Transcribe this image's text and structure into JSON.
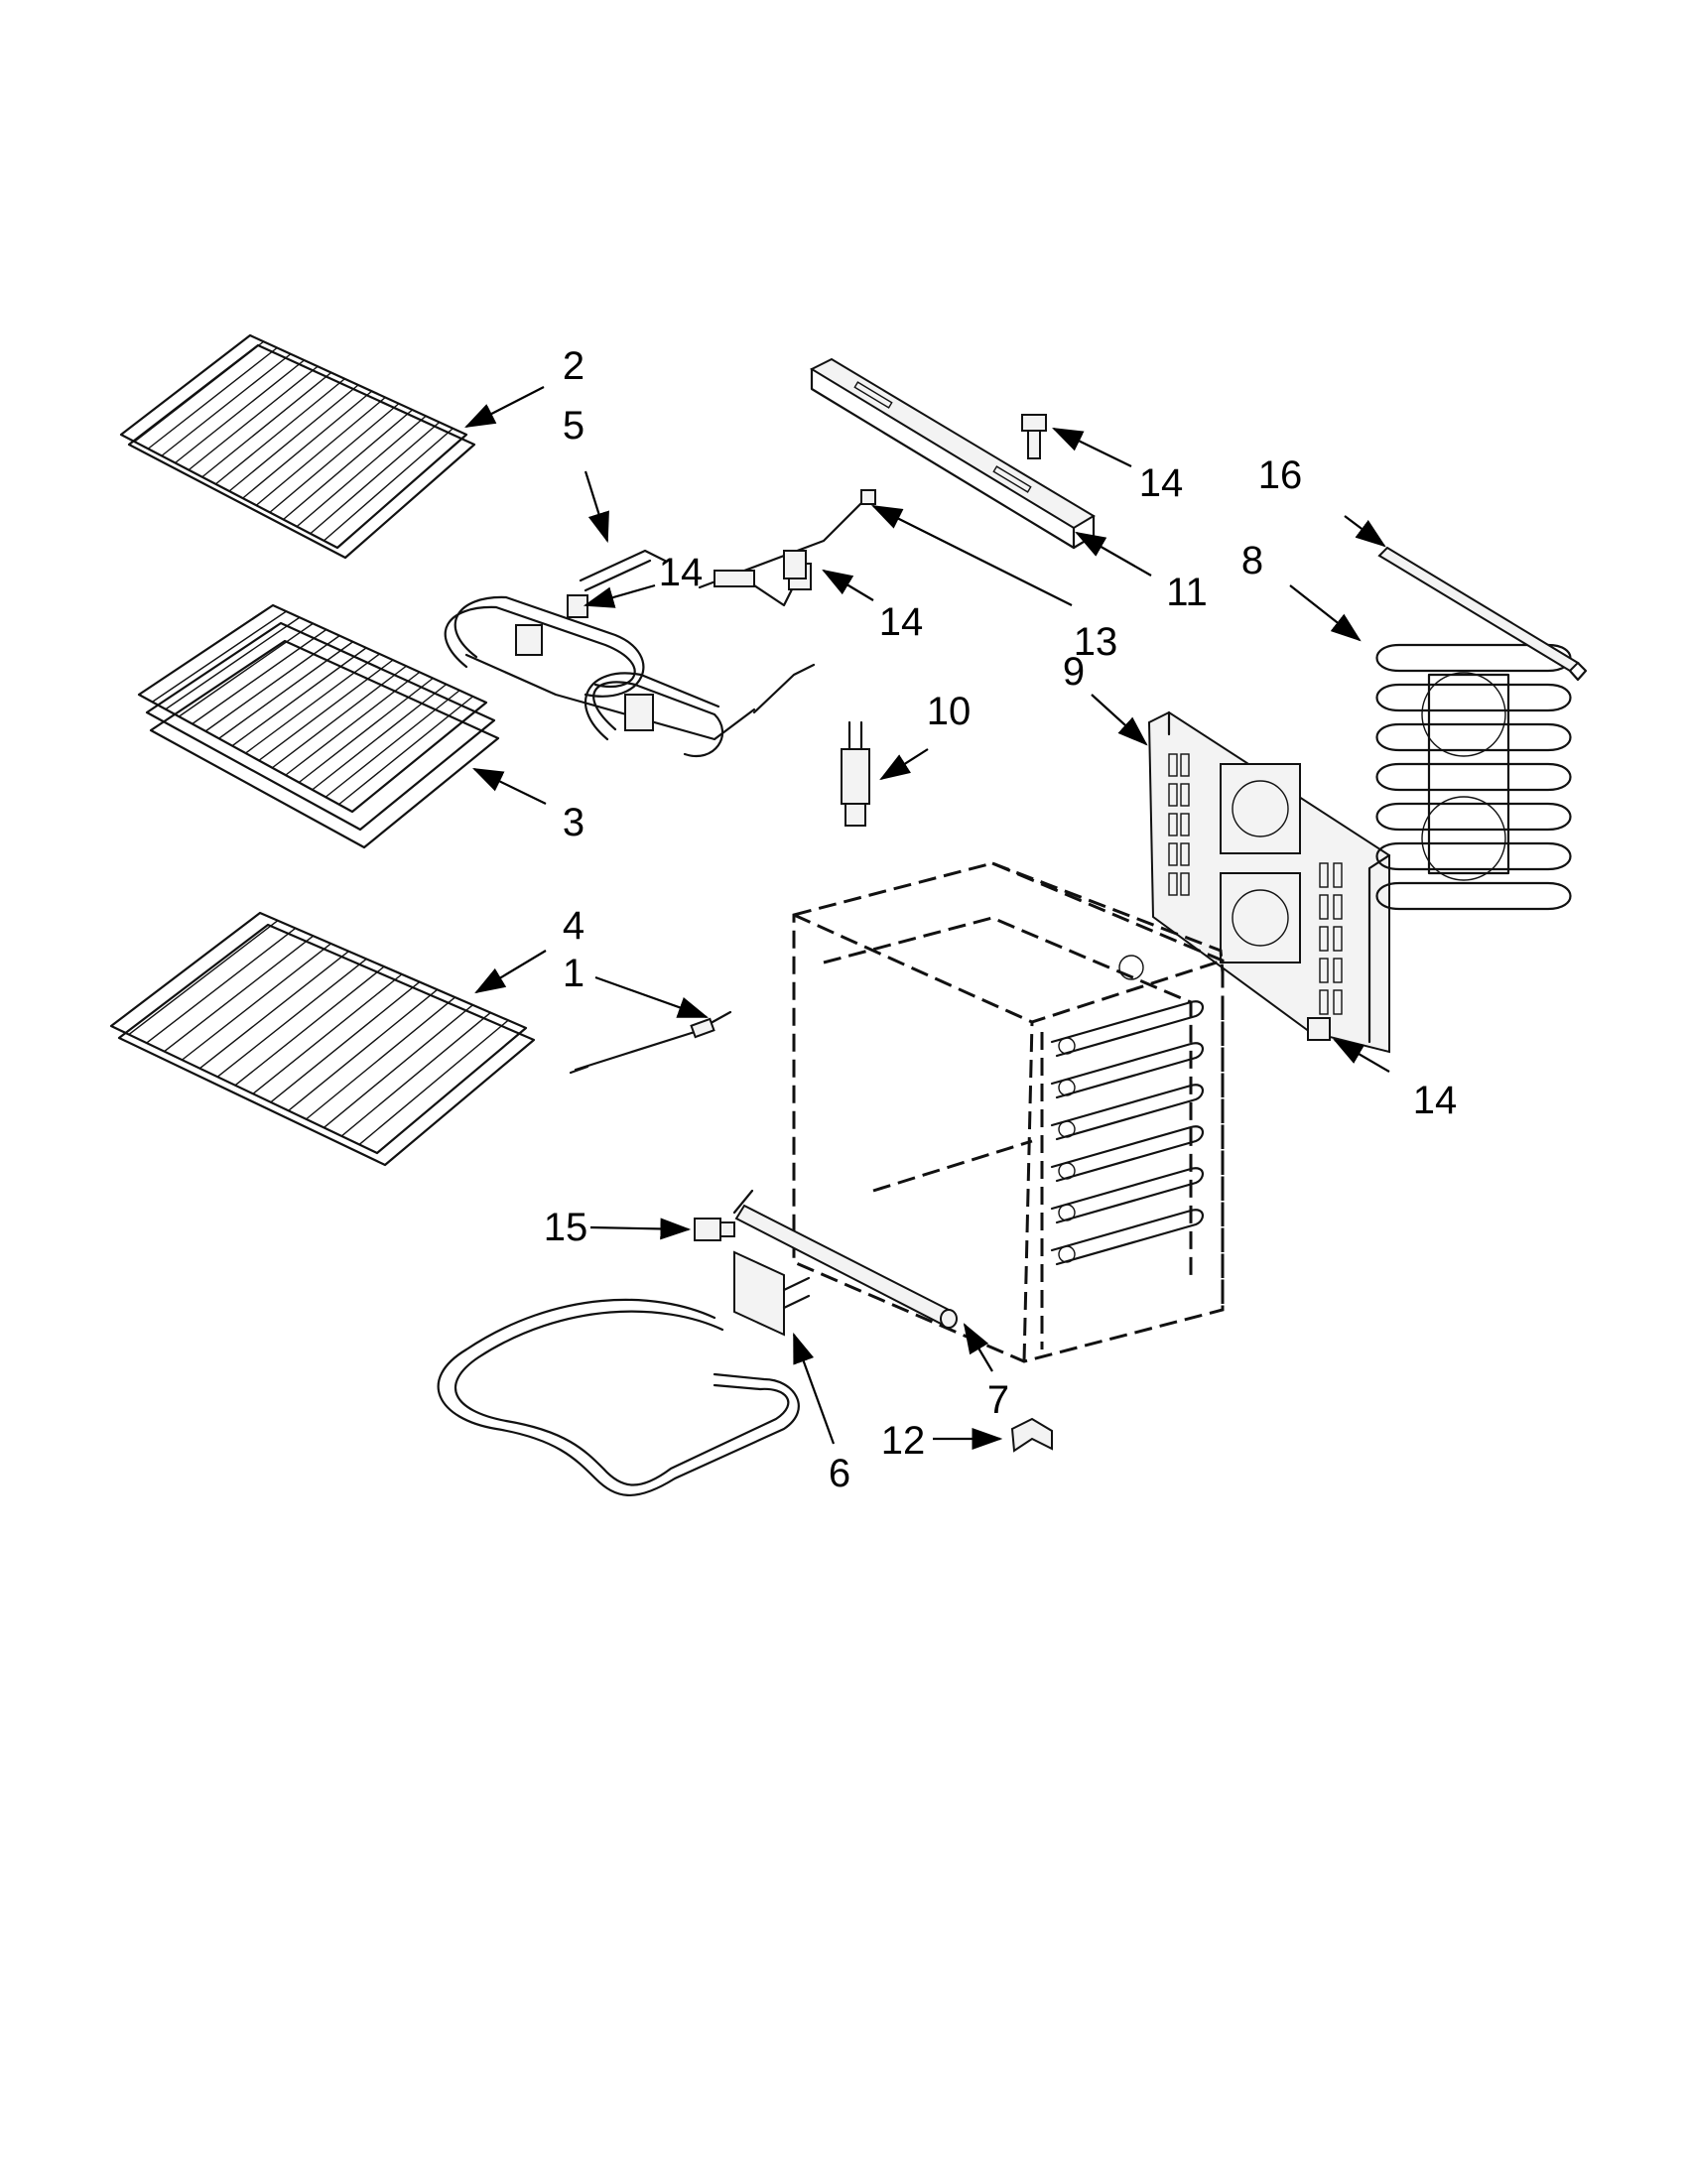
{
  "callouts": [
    {
      "id": "c2",
      "text": "2"
    },
    {
      "id": "c5",
      "text": "5"
    },
    {
      "id": "c14a",
      "text": "14"
    },
    {
      "id": "c3",
      "text": "3"
    },
    {
      "id": "c4",
      "text": "4"
    },
    {
      "id": "c1",
      "text": "1"
    },
    {
      "id": "c15",
      "text": "15"
    },
    {
      "id": "c6",
      "text": "6"
    },
    {
      "id": "c7",
      "text": "7"
    },
    {
      "id": "c12",
      "text": "12"
    },
    {
      "id": "c14b",
      "text": "14"
    },
    {
      "id": "c11",
      "text": "11"
    },
    {
      "id": "c13",
      "text": "13"
    },
    {
      "id": "c14c",
      "text": "14"
    },
    {
      "id": "c10",
      "text": "10"
    },
    {
      "id": "c9",
      "text": "9"
    },
    {
      "id": "c16",
      "text": "16"
    },
    {
      "id": "c8",
      "text": "8"
    },
    {
      "id": "c14d",
      "text": "14"
    }
  ]
}
